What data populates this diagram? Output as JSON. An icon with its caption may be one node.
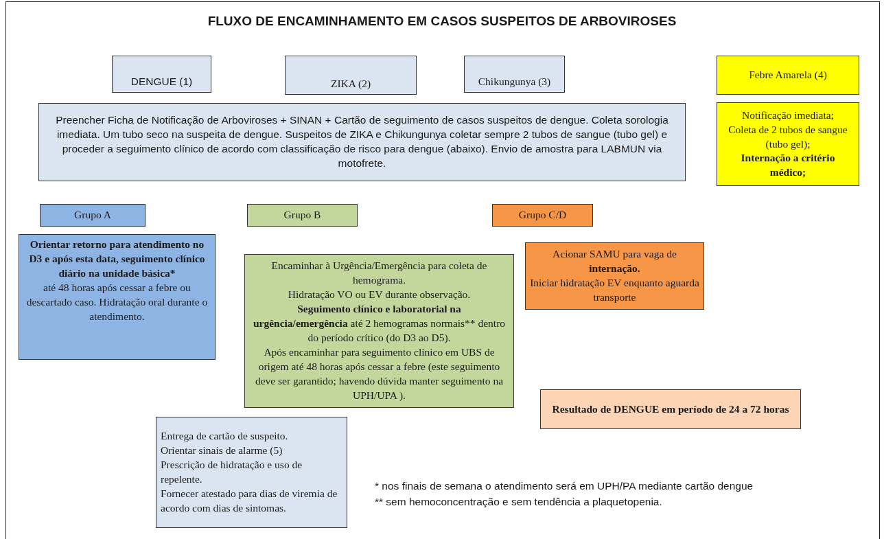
{
  "diagram": {
    "title": "FLUXO DE ENCAMINHAMENTO EM CASOS SUSPEITOS DE ARBOVIROSES",
    "nodes": [
      {
        "text": [
          "DENGUE (1)"
        ]
      },
      {
        "text": [
          "ZIKA (2)"
        ]
      },
      {
        "text": [
          "Chikungunya (3)"
        ]
      },
      {
        "text": [
          "Febre Amarela (4)"
        ]
      },
      {
        "text": [
          "Preencher Ficha de Notificação de Arboviroses + SINAN + Cartão de seguimento de casos suspeitos de dengue. Coleta sorologia imediata. Um tubo seco na suspeita de dengue. Suspeitos de ZIKA e Chikungunya coletar sempre 2 tubos de sangue (tubo gel) e proceder a seguimento clínico de acordo com classificação de risco para dengue (abaixo).  Envio de amostra para LABMUN via motofrete."
        ]
      },
      {
        "text": [
          "Notificação imediata;",
          "Coleta de 2 tubos de sangue (tubo gel);",
          "Internação a critério médico;"
        ]
      },
      {
        "text": [
          "Grupo A"
        ]
      },
      {
        "text": [
          "Grupo B"
        ]
      },
      {
        "text": [
          "Grupo C/D"
        ]
      },
      {
        "text": [
          "Orientar retorno para atendimento no D3 e após esta data, seguimento clínico diário na unidade básica*",
          "até 48 horas após cessar a febre ou descartado caso. Hidratação oral durante o atendimento."
        ]
      },
      {
        "text": [
          "Encaminhar à Urgência/Emergência para coleta de hemograma.",
          "Hidratação VO ou EV durante observação.",
          "Seguimento clínico e laboratorial na urgência/emergência",
          "até 2 hemogramas normais** dentro do período crítico (do D3 ao D5).",
          "Após encaminhar para seguimento clínico em UBS de origem até 48 horas após cessar a febre (este seguimento deve ser garantido; havendo dúvida manter seguimento na UPH/UPA )."
        ]
      },
      {
        "text": [
          "Acionar SAMU para vaga de",
          "internação.",
          "Iniciar hidratação EV enquanto aguarda transporte"
        ]
      },
      {
        "text": [
          "Resultado de DENGUE em período de 24 a 72 horas"
        ]
      },
      {
        "text": [
          "Entrega de cartão de suspeito.",
          "Orientar sinais de alarme (5)",
          "Prescrição de hidratação e uso de repelente.",
          "Fornecer atestado para dias de viremia de acordo com dias de sintomas."
        ]
      }
    ],
    "edges": [],
    "labels": [
      "* nos finais de semana o atendimento será em UPH/PA mediante cartão dengue",
      "** sem hemoconcentração e sem tendência a plaquetopenia."
    ]
  }
}
